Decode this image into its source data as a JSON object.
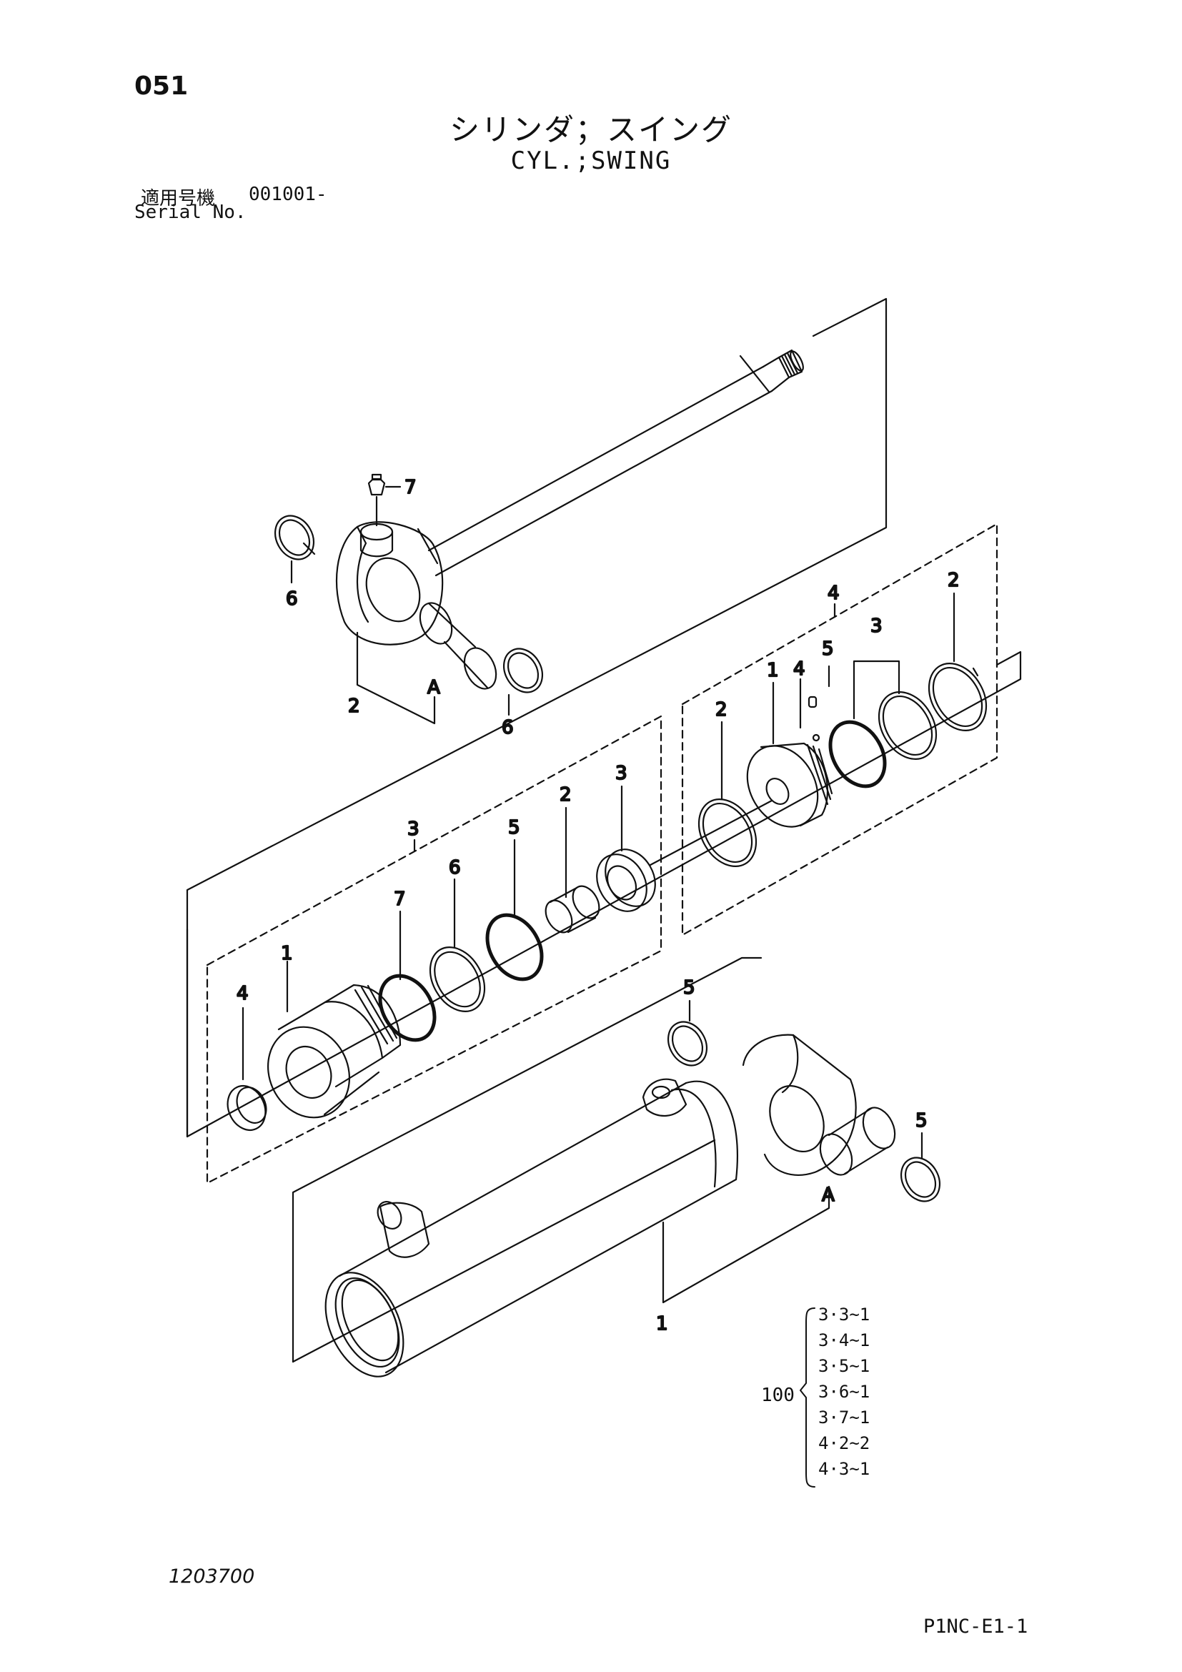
{
  "header": {
    "page_number": "051",
    "title_jp": "シリンダ；スイング",
    "title_en": "CYL.;SWING",
    "serial_label_jp": "適用号機",
    "serial_value": "001001-",
    "serial_label_en": "Serial No."
  },
  "callouts": {
    "rod_bushing": "7",
    "rod_seal_left": "6",
    "rod_assembly": "2",
    "rod_pin_group": "A",
    "rod_seal_right": "6",
    "head_group": "3",
    "head_body": "1",
    "head_seal_4": "4",
    "head_ring_7": "7",
    "head_ring_6": "6",
    "head_ring_5": "5",
    "head_bushing_2": "2",
    "head_seal_3": "3",
    "piston_group": "4",
    "piston_ring_2_left": "2",
    "piston_body": "1",
    "piston_nut_4": "4",
    "piston_screw_5": "5",
    "piston_ring_3": "3",
    "piston_ring_2_right": "2",
    "tube_seal_top": "5",
    "tube_pin_group": "A",
    "tube_seal_right": "5",
    "tube_assembly": "1"
  },
  "seal_kit": {
    "number": "100",
    "items": [
      "3·3~1",
      "3·4~1",
      "3·5~1",
      "3·6~1",
      "3·7~1",
      "4·2~2",
      "4·3~1"
    ]
  },
  "footer": {
    "drawing_no": "1203700",
    "sheet_code": "P1NC-E1-1"
  }
}
